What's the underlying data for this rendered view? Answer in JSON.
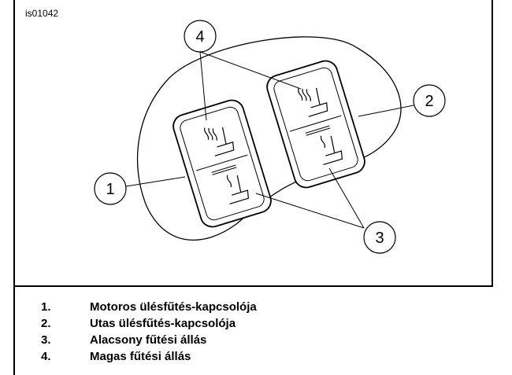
{
  "figure_id": "is01042",
  "callouts": [
    "1",
    "2",
    "3",
    "4"
  ],
  "legend": [
    {
      "num": "1.",
      "text": "Motoros ülésfűtés-kapcsolója"
    },
    {
      "num": "2.",
      "text": "Utas ülésfűtés-kapcsolója"
    },
    {
      "num": "3.",
      "text": "Alacsony fűtési állás"
    },
    {
      "num": "4.",
      "text": "Magas fűtési állás"
    }
  ]
}
